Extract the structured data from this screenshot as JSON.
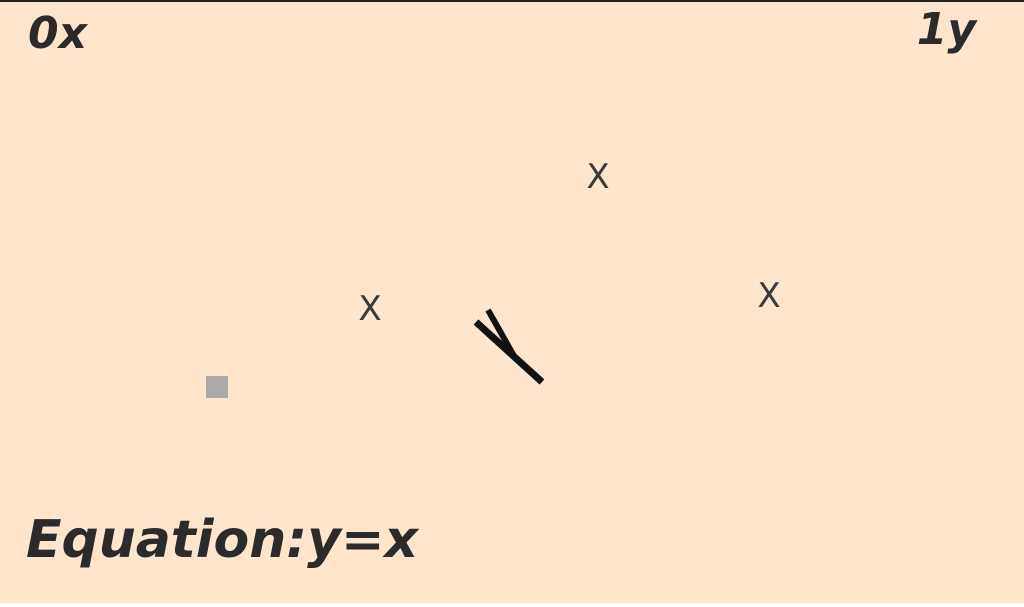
{
  "hud": {
    "left_value": "0x",
    "right_value": "1y"
  },
  "equation": {
    "text": "Equation:y=x"
  },
  "markers": {
    "symbol": "X"
  },
  "sprites": {
    "player": "grey-square",
    "launcher": "slingshot-icon"
  },
  "colors": {
    "background": "#fee5cc",
    "text": "#2b2b2b",
    "player": "#a9a9a9"
  }
}
